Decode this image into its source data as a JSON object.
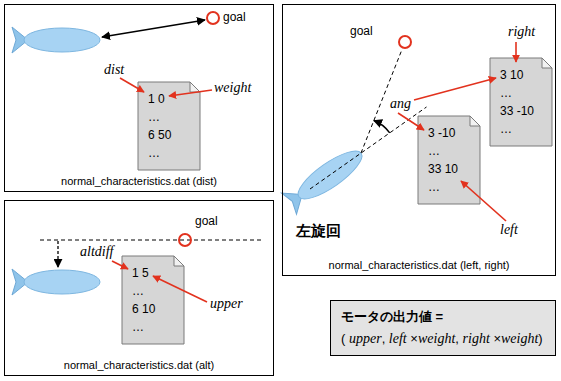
{
  "diagram": {
    "nodes": [
      {
        "text": [
          "normal_characteristics.dat (dist)"
        ]
      },
      {
        "text": [
          "1 0",
          "…",
          "6 50",
          "…"
        ],
        "in": 0
      },
      {
        "text": [
          "normal_characteristics.dat (left, right)"
        ]
      },
      {
        "text": [
          "3 10",
          "…",
          "33 -10",
          "…"
        ],
        "in": 2
      },
      {
        "text": [
          "3 -10",
          "…",
          "33 10",
          "…"
        ],
        "in": 2
      },
      {
        "text": [
          "normal_characteristics.dat (alt)"
        ]
      },
      {
        "text": [
          "1 5",
          "…",
          "6 10",
          "…"
        ],
        "in": 5
      },
      {
        "text": [
          "モータの出力値 =",
          "( upper, left ×weight, right ×weight)"
        ]
      }
    ],
    "labels": [
      "goal",
      "dist",
      "weight",
      "goal",
      "ang",
      "right",
      "left",
      "左旋回",
      "goal",
      "altdiff",
      "upper"
    ]
  }
}
